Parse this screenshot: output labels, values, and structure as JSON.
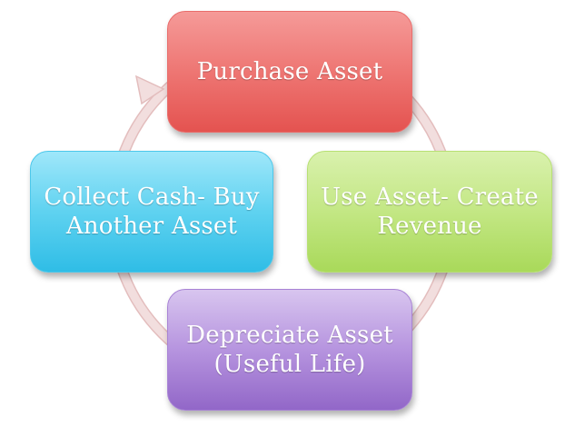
{
  "diagram": {
    "nodes": {
      "purchase": {
        "label": "Purchase Asset",
        "color": "#ee7673"
      },
      "use": {
        "label": "Use Asset- Create\nRevenue",
        "color": "#c3e784"
      },
      "depreciate": {
        "label": "Depreciate Asset\n(Useful Life)",
        "color": "#b694df"
      },
      "collect": {
        "label": "Collect Cash- Buy\nAnother Asset",
        "color": "#5fd2f0"
      }
    },
    "ring_color": "#f2dede",
    "ring_edge_color": "#e3bdbd"
  }
}
